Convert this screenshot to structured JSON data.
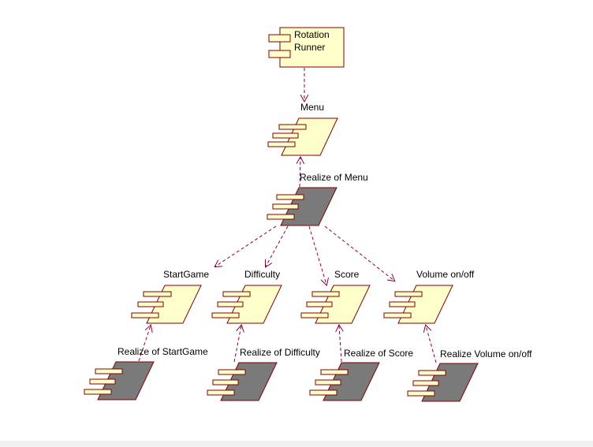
{
  "diagram": {
    "colors": {
      "fill": "#ffffcc",
      "stroke": "#800000",
      "realize_fill": "#7a7a7a",
      "arrow": "#800040"
    },
    "root": {
      "line1": "Rotation",
      "line2": "Runner"
    },
    "menu": {
      "label": "Menu"
    },
    "realize_menu": {
      "label": "Realize of Menu"
    },
    "children": [
      {
        "label": "StartGame",
        "realize_label": "Realize of StartGame"
      },
      {
        "label": "Difficulty",
        "realize_label": "Realize of Difficulty"
      },
      {
        "label": "Score",
        "realize_label": "Realize of Score"
      },
      {
        "label": "Volume on/off",
        "realize_label": "Realize Volume on/off"
      }
    ]
  }
}
